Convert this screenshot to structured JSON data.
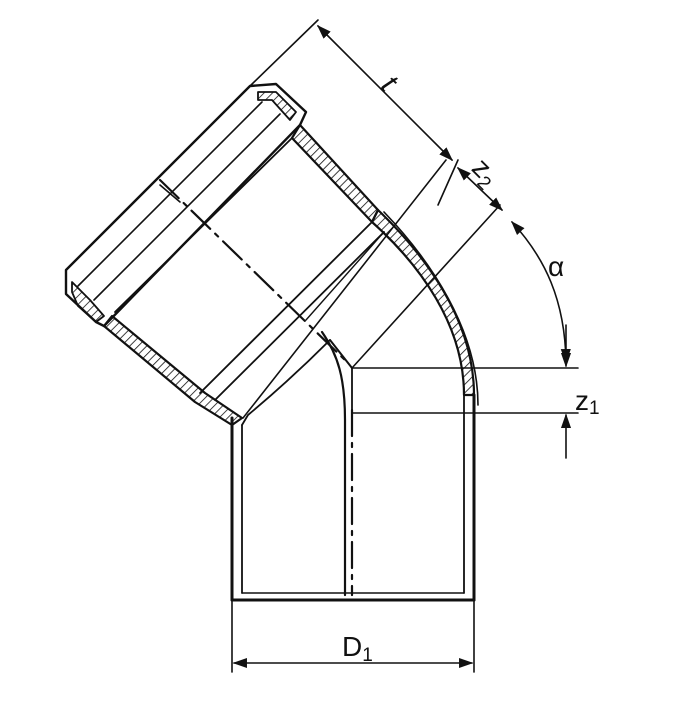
{
  "labels": {
    "t": "t",
    "z2_main": "z",
    "z2_sub": "2",
    "alpha": "α",
    "z1_main": "z",
    "z1_sub": "1",
    "d1_main": "D",
    "d1_sub": "1"
  },
  "colors": {
    "line": "#111111",
    "background": "#ffffff"
  }
}
